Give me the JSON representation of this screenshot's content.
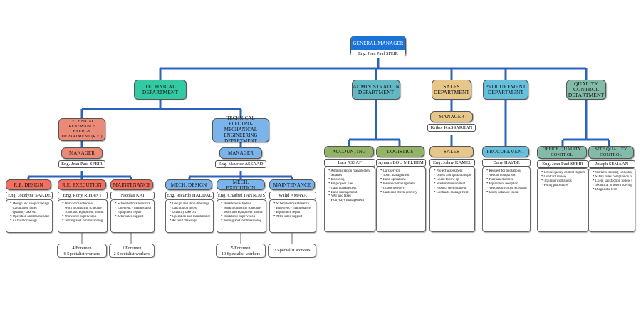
{
  "general_manager": {
    "title": "GENERAL MANAGER",
    "name": "Eng. Jean Paul SFEIR"
  },
  "technical": {
    "title": "TECHNICAL DEPARTMENT"
  },
  "administration": {
    "title": "ADMINISTRATION DEPARTMENT"
  },
  "sales_dept": {
    "title": "SALES DEPARTMENT"
  },
  "procurement_dept": {
    "title": "PROCUREMENT DEPARTMENT"
  },
  "qc_dept": {
    "title": "QUALITY CONTROL DEPARTMENT"
  },
  "re_dept": {
    "title": "TECHNICAL RENEWABLE ENERGY DEPARTMENT (R.E.)",
    "manager_label": "MANAGER",
    "manager_name": "Eng. Jean Paul SFEIR"
  },
  "em_dept": {
    "title": "TECHNICAL ELECTRO-MECHANICAL ENGINEERING DEPARTMENT",
    "manager_label": "MANAGER",
    "manager_name": "Eng. Maurice ASSAAD"
  },
  "sales_manager": {
    "label": "MANAGER",
    "name": "Krikor KASSARJIAN"
  },
  "units": {
    "re_design": {
      "title": "R.E. DESIGN",
      "name": "Eng. Jocelyne SAADE",
      "items": [
        "Design and shop drawings",
        "Calculation notes",
        "Quantity take off",
        "Operation and maintenance manual",
        "As built drawings"
      ]
    },
    "re_execution": {
      "title": "R.E. EXECUTION",
      "name": "Eng. Rony RIHANY",
      "items": [
        "Workforce schedule",
        "Work monitoring schedule",
        "Tools and equipment mobilization",
        "Workforce supervision",
        "Testing andCommissioning"
      ]
    },
    "re_maintenance": {
      "title": "MAINTENANCE",
      "name": "Nicolas KAI",
      "items": [
        "Scheduled maintenance",
        "Emergency maintenance",
        "Equipment repair",
        "After sales support"
      ]
    },
    "mech_design": {
      "title": "MECH. DESIGN",
      "name": "Eng. Ricardo HADDAD",
      "items": [
        "Design and shop drawings",
        "Calculation notes",
        "Quantity take off",
        "Operation and maintenance manual",
        "As built drawings"
      ]
    },
    "mech_execution": {
      "title": "MECH. EXECUTION",
      "name": "Eng. Charbel TANNOUS",
      "items": [
        "Workforce schedule",
        "Work monitoring schedule",
        "Tools and equipment mobilization",
        "Workforce supervision",
        "Testing andCommissioning"
      ]
    },
    "em_maintenance": {
      "title": "MAINTENANCE",
      "name": "Walid AMAYA",
      "items": [
        "Scheduled maintenance",
        "Emergency maintenance",
        "Equipment repair",
        "After sales support"
      ]
    },
    "accounting": {
      "title": "ACCOUNTING",
      "name": "Lara ASSAF",
      "items": [
        "Administration management",
        "Salaries",
        "Invoicing",
        "Employees files",
        "Cash management",
        "Bank management",
        "VAT and taxes",
        "Hollydays management"
      ]
    },
    "logistics": {
      "title": "LOGISTICS",
      "name": "Ayman BOU MELHEM",
      "items": [
        "Cars service",
        "Tools management",
        "Bank operations",
        "Insurance management",
        "Goods delivery",
        "Cash and check delivery"
      ]
    },
    "sales": {
      "title": "SALES",
      "name": "Eng. Johny KAMEL",
      "items": [
        "Project assessment",
        "Offers and quotations preparation",
        "Client follow up",
        "Market development",
        "Product development",
        "Contracts management"
      ]
    },
    "procurement": {
      "title": "PROCUREMENT",
      "name": "Dany HAYBE",
      "items": [
        "Request for quotations",
        "Vendor comparison",
        "Purchased orders",
        "Equipment reception",
        "Vendors invoices reception",
        "Stock database in/out"
      ]
    },
    "office_qc": {
      "title": "OFFICE QUALITY CONTROL",
      "name": "Eng. Jean Paul SFEIR",
      "items": [
        "Office quality control implementation",
        "Contract review",
        "Training workshops",
        "Filing procedures"
      ]
    },
    "site_qc": {
      "title": "SITE QUALITY CONTROL",
      "name": "Joseph SEMAAN",
      "items": [
        "Workers training workshops",
        "Safety rules compliance supervision",
        "Client satisfaction follow up",
        "Technical problem solving procedure",
        "Diagnostic tests"
      ]
    }
  },
  "staff": {
    "re_execution": {
      "line1": "4 Foremen",
      "line2": "6 Specialist workers"
    },
    "re_maintenance": {
      "line1": "1 Foremen",
      "line2": "2 Specialist workers"
    },
    "mech_execution": {
      "line1": "5 Foremen",
      "line2": "10 Specialist workers"
    },
    "em_maintenance": {
      "line1": "2 Specialist workers",
      "line2": ""
    }
  }
}
